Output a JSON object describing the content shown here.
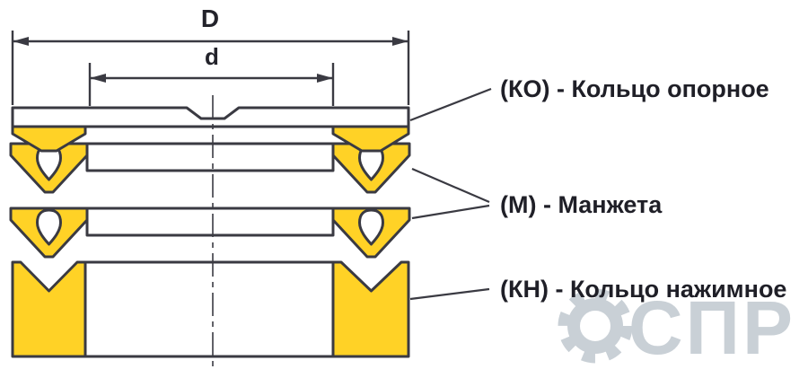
{
  "dimensions": {
    "outer_label": "D",
    "inner_label": "d"
  },
  "callouts": {
    "support_ring": "(КО) - Кольцо опорное",
    "cuff": "(М) - Манжета",
    "pressure_ring": "(КН) - Кольцо нажимное"
  },
  "watermark": {
    "text": "СПР"
  },
  "colors": {
    "part_fill": "#FFD226",
    "outline": "#3A3A42",
    "label_text": "#1F1F27",
    "watermark": "#C9D0D6"
  }
}
